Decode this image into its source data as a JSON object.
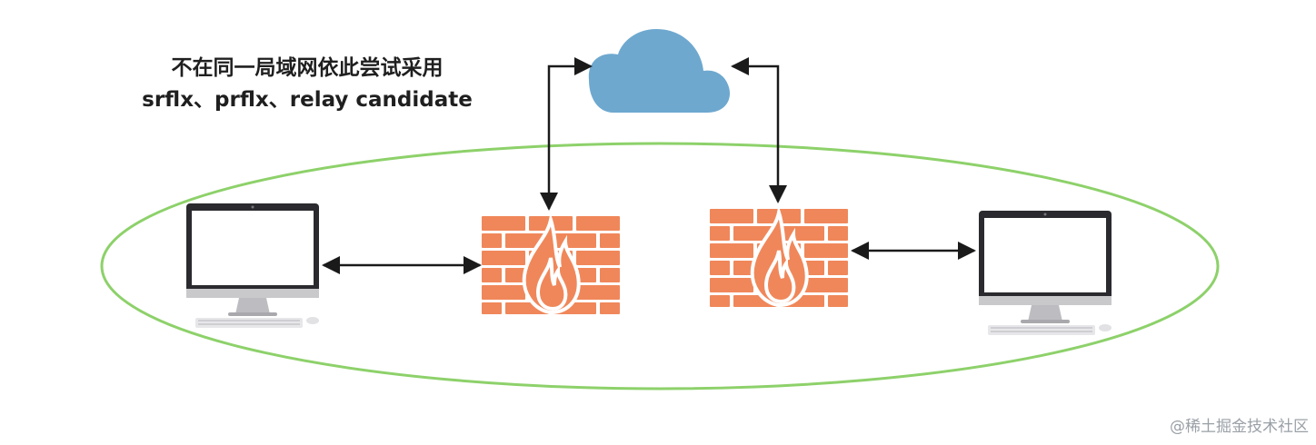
{
  "caption": {
    "line1": "不在同一局域网依此尝试采用",
    "line2": "srflx、prflx、relay candidate"
  },
  "watermark": "@稀土掘金技术社区",
  "nodes": [
    {
      "id": "computer-left",
      "icon": "desktop-computer-icon"
    },
    {
      "id": "firewall-left",
      "icon": "firewall-icon"
    },
    {
      "id": "cloud",
      "icon": "cloud-icon"
    },
    {
      "id": "firewall-right",
      "icon": "firewall-icon"
    },
    {
      "id": "computer-right",
      "icon": "desktop-computer-icon"
    }
  ],
  "edges": [
    {
      "from": "computer-left",
      "to": "firewall-left",
      "direction": "both"
    },
    {
      "from": "firewall-left",
      "to": "cloud",
      "direction": "both"
    },
    {
      "from": "cloud",
      "to": "firewall-right",
      "direction": "both"
    },
    {
      "from": "firewall-right",
      "to": "computer-right",
      "direction": "both"
    }
  ],
  "colors": {
    "ellipse": "#8dd16a",
    "brick": "#f0875a",
    "cloud": "#6ea8cf",
    "arrow": "#1a1a1a"
  }
}
